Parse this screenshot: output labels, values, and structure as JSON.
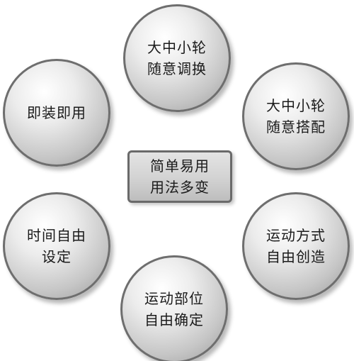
{
  "center": {
    "lines": [
      "简单易用",
      "用法多变"
    ]
  },
  "nodes": {
    "top": {
      "lines": [
        "大中小轮",
        "随意调换"
      ]
    },
    "upper_right": {
      "lines": [
        "大中小轮",
        "随意搭配"
      ]
    },
    "upper_left": {
      "lines": [
        "即装即用"
      ]
    },
    "lower_left": {
      "lines": [
        "时间自由",
        "设定"
      ]
    },
    "lower_right": {
      "lines": [
        "运动方式",
        "自由创造"
      ]
    },
    "bottom": {
      "lines": [
        "运动部位",
        "自由确定"
      ]
    }
  },
  "colors": {
    "node_border": "#6e6e6e",
    "center_border": "#6a6a6a",
    "text": "#1a1a1a",
    "background": "#ffffff"
  }
}
